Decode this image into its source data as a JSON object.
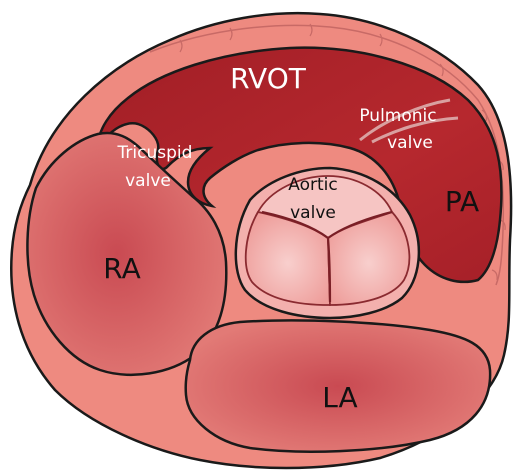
{
  "labels": {
    "rvot": "RVOT",
    "pulmonic_line1": "Pulmonic",
    "pulmonic_line2": "valve",
    "tricuspid_line1": "Tricuspid",
    "tricuspid_line2": "valve",
    "aortic_line1": "Aortic",
    "aortic_line2": "valve",
    "pa": "PA",
    "ra": "RA",
    "la": "LA"
  },
  "colors": {
    "outline": "#1a1a1a",
    "outer_wall": "#ee8a80",
    "rvot_fill": "#b0262c",
    "chamber_fill": "#dd6a68",
    "chamber_center": "#c94a52",
    "aortic_fill": "#f3b0ad",
    "aortic_cusp": "#f6c5c3",
    "pericardium_line": "#c86a66",
    "pulmonic_leaflet": "#d9a0a0"
  }
}
